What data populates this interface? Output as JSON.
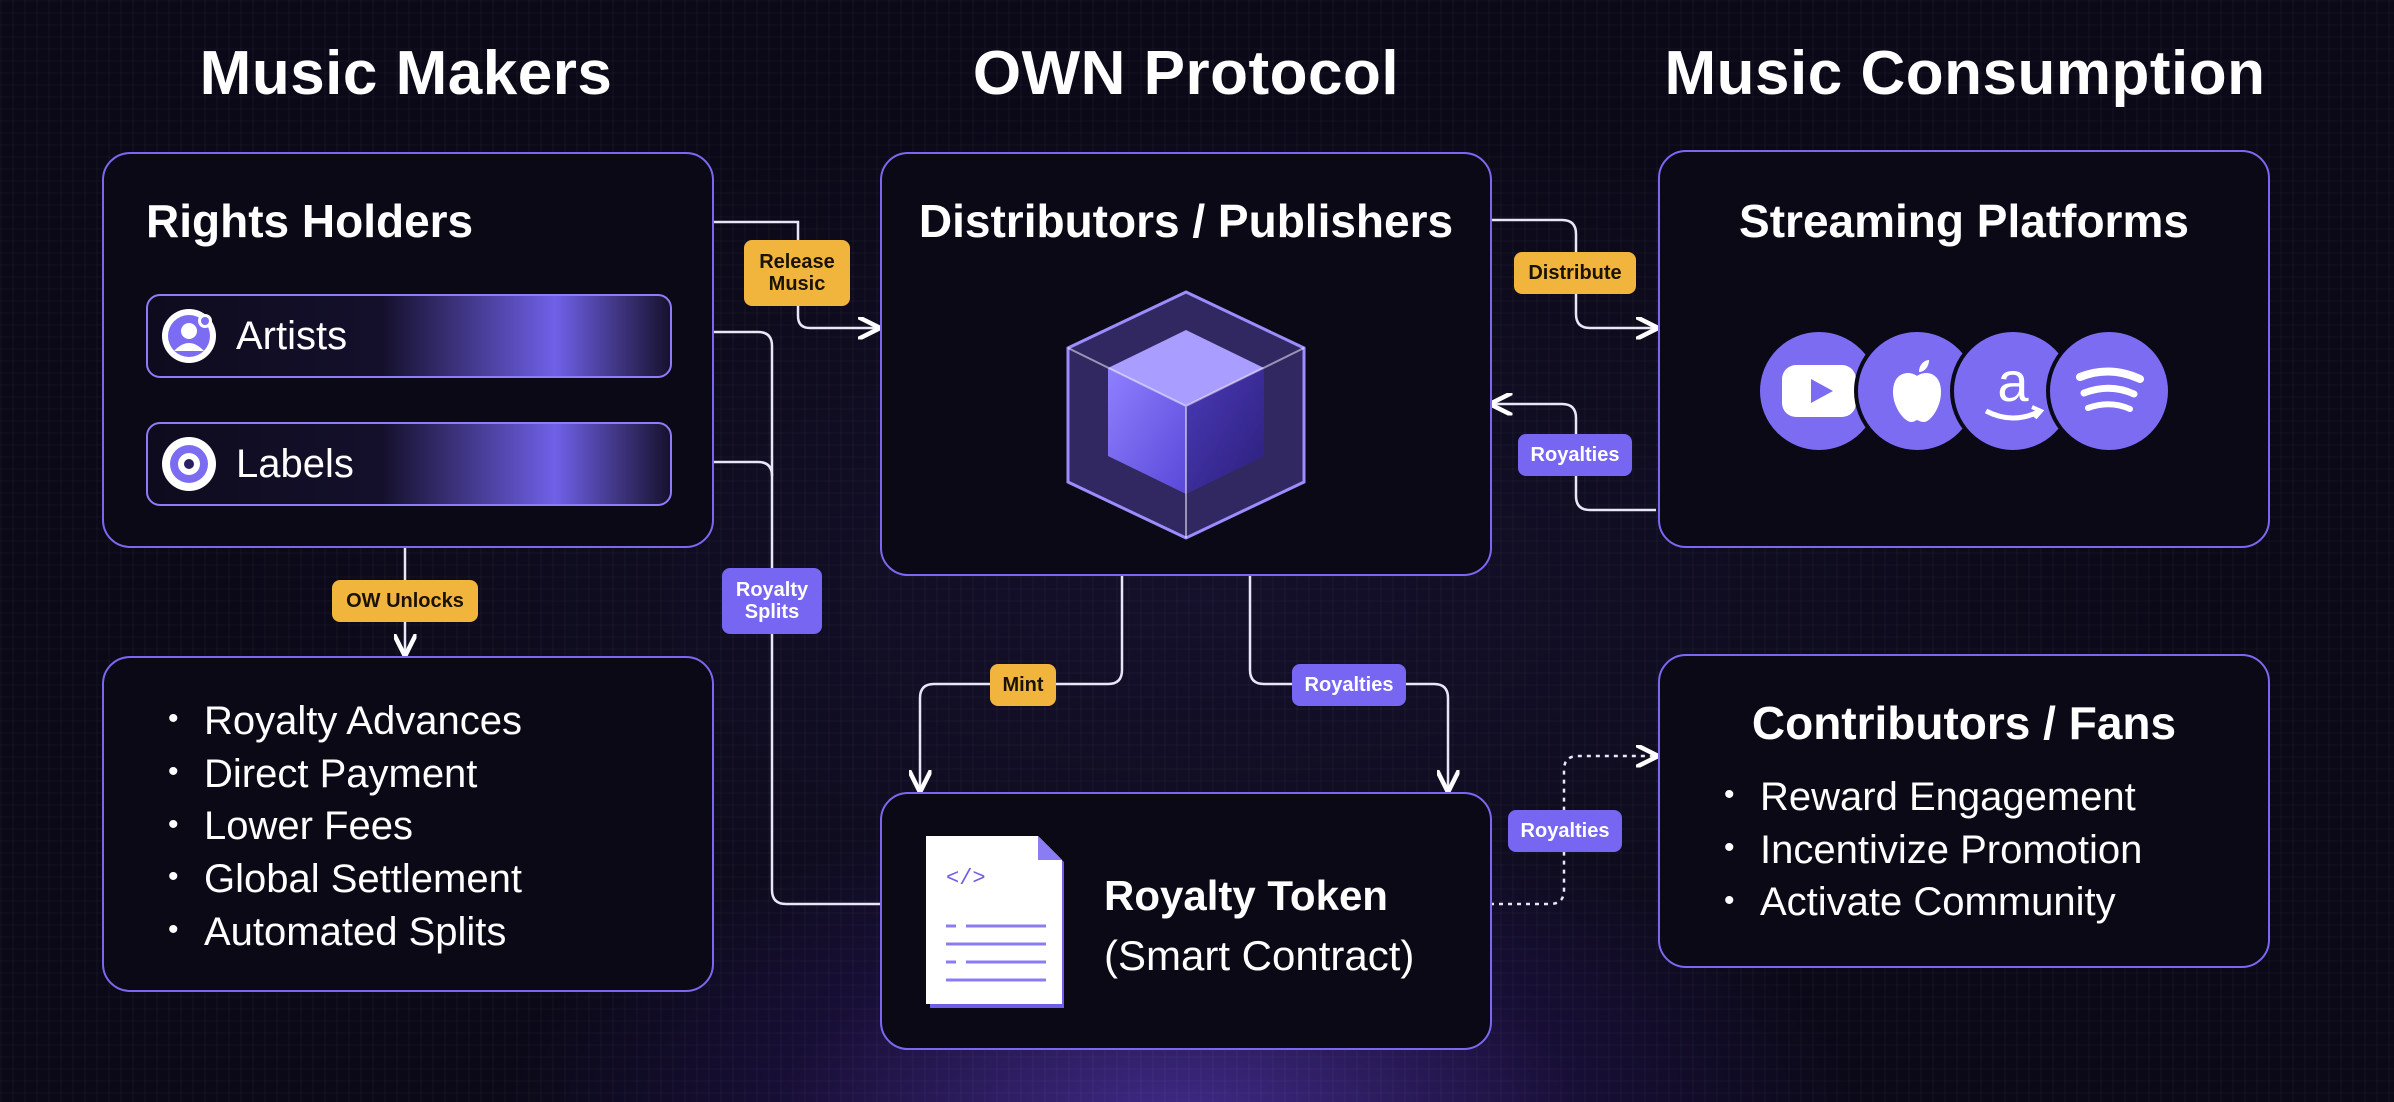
{
  "columns": {
    "left": "Music Makers",
    "center": "OWN Protocol",
    "right": "Music Consumption"
  },
  "rights_holders": {
    "title": "Rights Holders",
    "items": [
      {
        "label": "Artists",
        "icon": "artist-icon"
      },
      {
        "label": "Labels",
        "icon": "label-disc-icon"
      }
    ]
  },
  "benefits": {
    "items": [
      "Royalty Advances",
      "Direct Payment",
      "Lower Fees",
      "Global Settlement",
      "Automated Splits"
    ]
  },
  "distributors": {
    "title": "Distributors / Publishers",
    "icon": "cube-icon"
  },
  "royalty_token": {
    "title_line1": "Royalty Token",
    "title_line2": "(Smart Contract)",
    "icon": "contract-document-icon"
  },
  "streaming": {
    "title": "Streaming Platforms",
    "logos": [
      "youtube-icon",
      "apple-icon",
      "amazon-icon",
      "spotify-icon"
    ]
  },
  "contributors": {
    "title": "Contributors / Fans",
    "items": [
      "Reward Engagement",
      "Incentivize Promotion",
      "Activate Community"
    ]
  },
  "tags": {
    "release_music": "Release\nMusic",
    "distribute": "Distribute",
    "royalties_stream": "Royalties",
    "ow_unlocks": "OW Unlocks",
    "royalty_splits": "Royalty\nSplits",
    "mint": "Mint",
    "royalties_token": "Royalties",
    "royalties_fans": "Royalties"
  },
  "colors": {
    "accent": "#7b68f0",
    "tag_yellow": "#f1b53d",
    "tag_purple": "#7666f2",
    "background": "#0b0918"
  }
}
